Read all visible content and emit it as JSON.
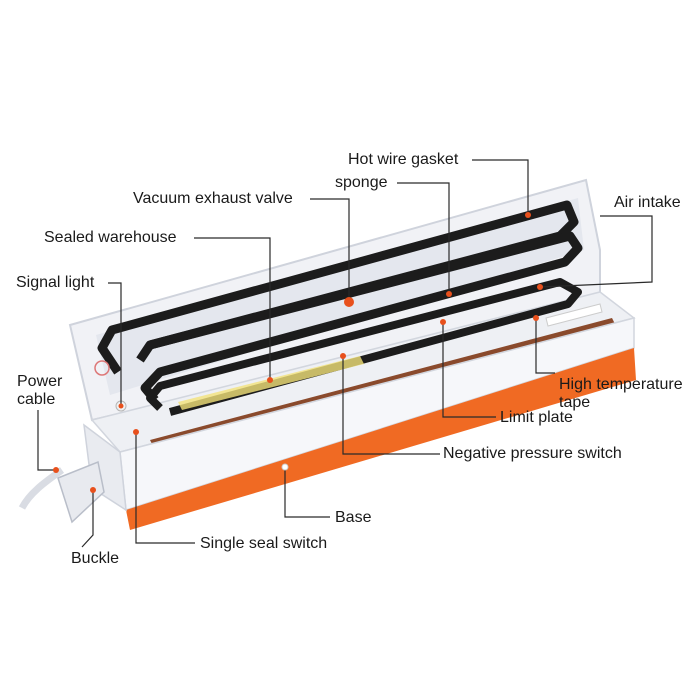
{
  "labels": {
    "hot_wire_gasket": "Hot wire gasket",
    "sponge": "sponge",
    "vacuum_exhaust_valve": "Vacuum exhaust valve",
    "air_intake": "Air intake",
    "sealed_warehouse": "Sealed warehouse",
    "signal_light": "Signal light",
    "power_cable": "Power cable",
    "high_temperature_tape": "High temperature tape",
    "limit_plate": "Limit plate",
    "negative_pressure_switch": "Negative pressure switch",
    "base": "Base",
    "single_seal_switch": "Single seal switch",
    "buckle": "Buckle"
  },
  "colors": {
    "body": "#f4f5f8",
    "orange_base": "#f06a23",
    "gasket": "#1c1c1c",
    "leader": "#2a2a2a",
    "marker": "#e8501c"
  }
}
